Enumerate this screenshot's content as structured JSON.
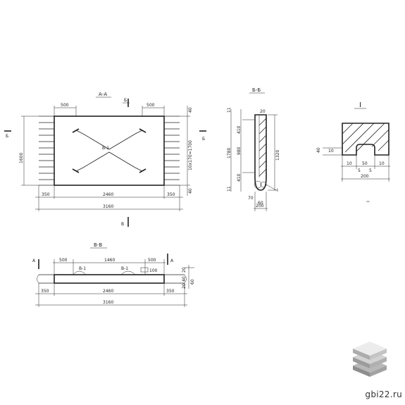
{
  "watermark": {
    "site": "gbi22.ru"
  },
  "plan": {
    "title": "А-А",
    "section_mark": "Б",
    "dims_top": [
      "500",
      "500"
    ],
    "dims_bottom": [
      "350",
      "2460",
      "350"
    ],
    "dim_total": "3160",
    "dim_height": "1600",
    "dim_right": "10х170=1700",
    "dims_right_small": [
      "40",
      "40"
    ],
    "detail_label": "В-1"
  },
  "section_bb": {
    "title": "Б-Б",
    "dims_left": [
      "11",
      "410",
      "1780",
      "980",
      "410",
      "11"
    ],
    "dim_total": "1320",
    "dims_bottom": [
      "70",
      "60",
      "200"
    ],
    "dim_top": "20",
    "callout": "I"
  },
  "detail_i": {
    "title": "I",
    "dims": [
      "40",
      "10",
      "10",
      "50",
      "10",
      "5",
      "5",
      "200"
    ]
  },
  "section_vv": {
    "title": "В-В",
    "section_mark": "А",
    "dims_top": [
      "500",
      "1460",
      "500"
    ],
    "labels": [
      "В-1",
      "В-1"
    ],
    "dims_right": [
      "20",
      "100",
      "40",
      "20",
      "60"
    ],
    "dims_bottom": [
      "350",
      "2460",
      "350"
    ],
    "dim_total": "3160"
  }
}
